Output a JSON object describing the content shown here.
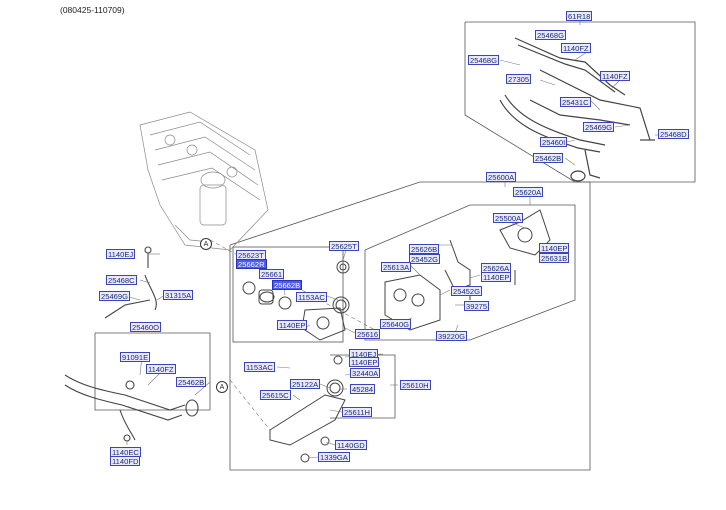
{
  "header": {
    "doc_id": "(080425-110709)"
  },
  "ref_marks": {
    "engine_a": "A",
    "pipe_a": "A"
  },
  "parts": {
    "p61R18": "61R18",
    "p25468G_top": "25468G",
    "p1140FZ_a": "1140FZ",
    "p25468G_left": "25468G",
    "p27305": "27305",
    "p1140FZ_b": "1140FZ",
    "p25431C": "25431C",
    "p25469G_r": "25469G",
    "p25468D": "25468D",
    "p25460I": "25460I",
    "p25462B_top": "25462B",
    "p25600A": "25600A",
    "p25620A": "25620A",
    "p25500A": "25500A",
    "p1140EP_r": "1140EP",
    "p25631B": "25631B",
    "p25625T": "25625T",
    "p25626B": "25626B",
    "p25452G_a": "25452G",
    "p25613A": "25613A",
    "p25626A": "25626A",
    "p1140EP_b": "1140EP",
    "p25452G_b": "25452G",
    "p39275": "39275",
    "p39220G": "39220G",
    "p25640G": "25640G",
    "p25616": "25616",
    "p1153AC_a": "1153AC",
    "p1140EP_c": "1140EP",
    "p25623T": "25623T",
    "p25662R": "25662R",
    "p25661": "25661",
    "p25662B": "25662B",
    "p1140EJ_l": "1140EJ",
    "p25468C": "25468C",
    "p25469G_l": "25469G",
    "p31315A": "31315A",
    "p25460O": "25460O",
    "p91091E": "91091E",
    "p1140FZ_c": "1140FZ",
    "p25462B_low": "25462B",
    "p1153AC_b": "1153AC",
    "p1140EJ_r": "1140EJ",
    "p1140EP_d": "1140EP",
    "p32440A": "32440A",
    "p25122A": "25122A",
    "p45284": "45284",
    "p25610H": "25610H",
    "p25615C": "25615C",
    "p25611H": "25611H",
    "p1140GD": "1140GD",
    "p1339GA": "1339GA",
    "p1140EC": "1140EC",
    "p1140FD": "1140FD"
  },
  "colors": {
    "label_fill": "#e9eaff",
    "label_border": "#3c45b8",
    "highlight_fill": "#4f5bf0",
    "line": "#555555"
  }
}
